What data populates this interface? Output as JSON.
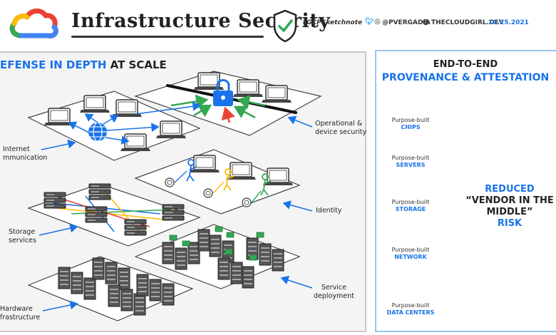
{
  "header": {
    "title": "Infrastructure Security",
    "hashtag": "#GCPSketchnote",
    "social": "@PVERGADIA",
    "website": "THECLOUDGIRL.DEV",
    "date": "10.25.2021"
  },
  "left_panel": {
    "heading_blue": "EFENSE IN DEPTH",
    "heading_dark": " AT SCALE",
    "labels": {
      "internet": [
        "Internet",
        "mmunication"
      ],
      "operational": [
        "Operational &",
        "device security"
      ],
      "identity": "Identity",
      "storage": [
        "Storage",
        "services"
      ],
      "service": [
        "Service",
        "deployment"
      ],
      "hardware": [
        "Hardware",
        "frastructure"
      ]
    }
  },
  "right_panel": {
    "title_line1": "END-TO-END",
    "title_line2": "PROVENANCE & ATTESTATION",
    "items": [
      {
        "line1": "Purpose-built",
        "line2": "CHIPS",
        "icon": "chip-icon"
      },
      {
        "line1": "Purpose-built",
        "line2": "SERVERS",
        "icon": "server-icon"
      },
      {
        "line1": "Purpose-built",
        "line2": "STORAGE",
        "icon": "storage-icon"
      },
      {
        "line1": "Purpose-built",
        "line2": "NETWORK",
        "icon": "network-icon"
      },
      {
        "line1": "Purpose-built",
        "line2": "DATA CENTERS",
        "icon": "datacenter-icon"
      }
    ],
    "reduced_line1": "REDUCED",
    "reduced_line2": "“VENDOR IN THE MIDDLE”",
    "reduced_line3": "RISK"
  },
  "colors": {
    "accent_blue": "#1a73e8",
    "green": "#34a853",
    "red": "#ea4335",
    "yellow": "#fbbc04"
  }
}
